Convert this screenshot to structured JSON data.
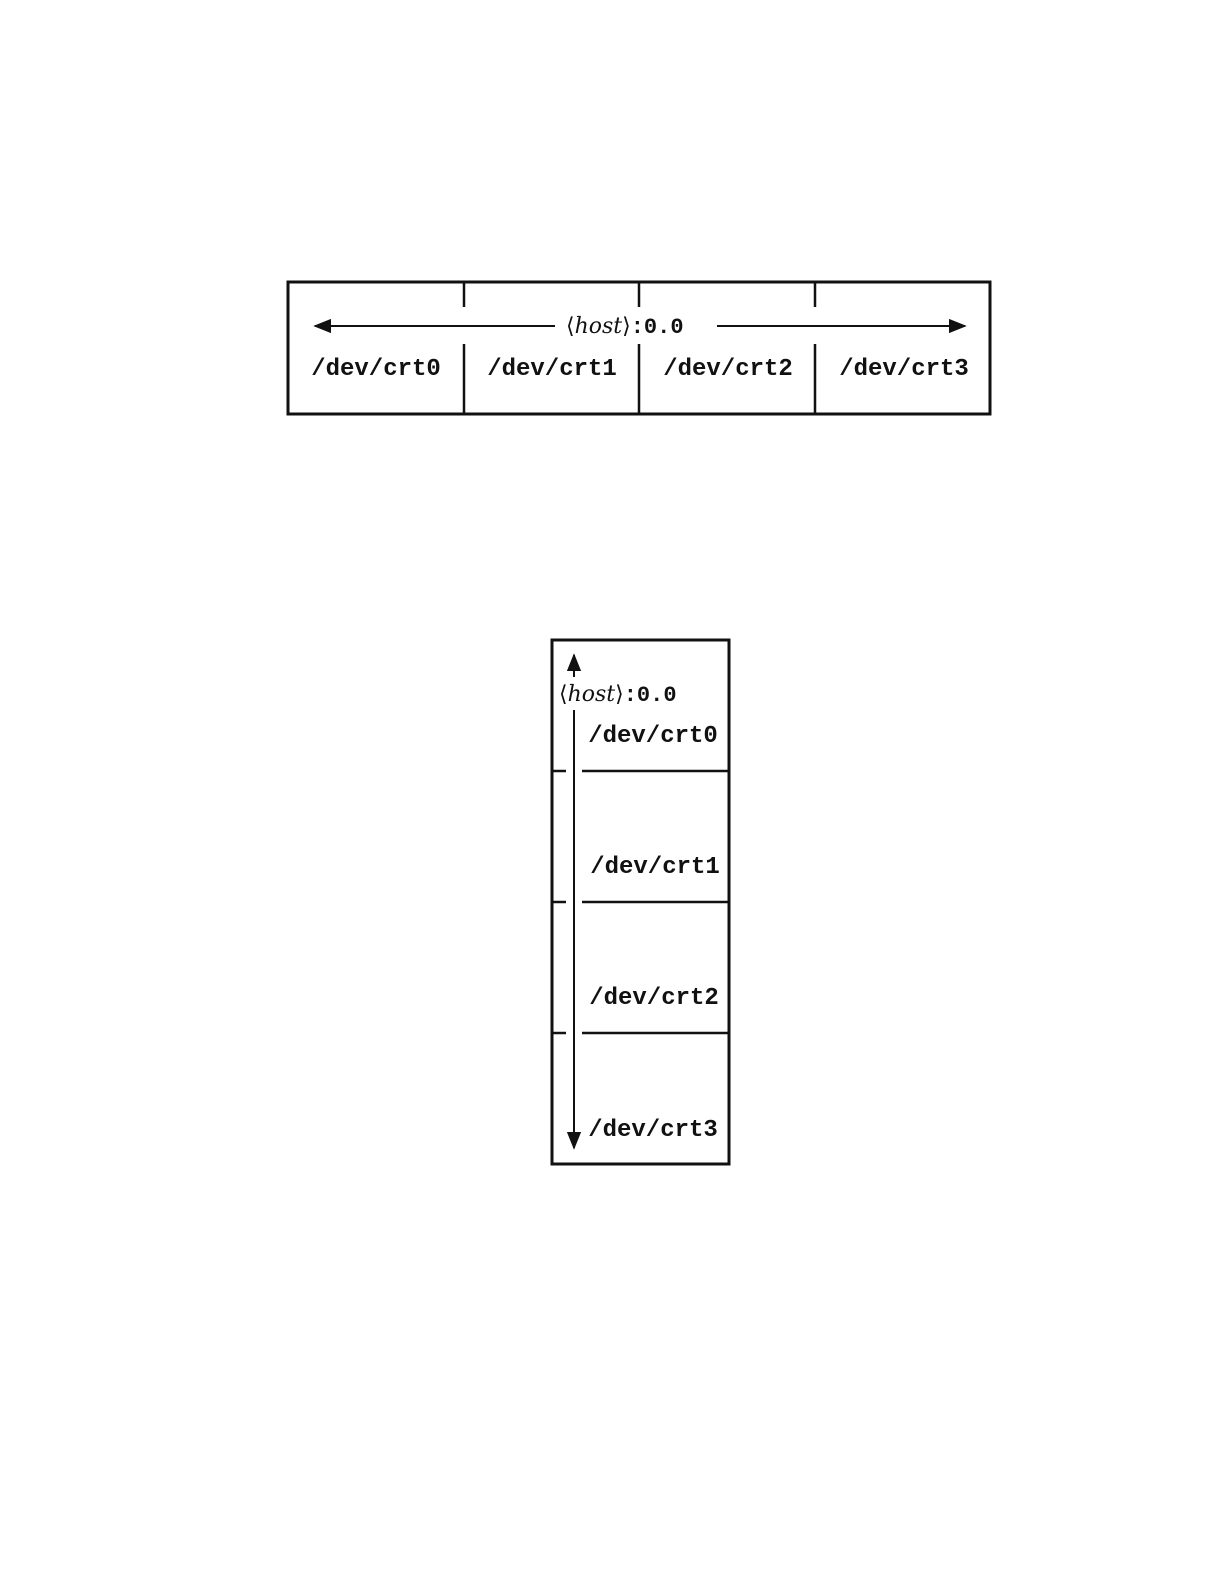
{
  "horizontal_layout": {
    "host_label": {
      "open": "⟨",
      "name": "host",
      "close": "⟩",
      "suffix": ":0.0"
    },
    "screens": [
      "/dev/crt0",
      "/dev/crt1",
      "/dev/crt2",
      "/dev/crt3"
    ]
  },
  "vertical_layout": {
    "host_label": {
      "open": "⟨",
      "name": "host",
      "close": "⟩",
      "suffix": ":0.0"
    },
    "screens": [
      "/dev/crt0",
      "/dev/crt1",
      "/dev/crt2",
      "/dev/crt3"
    ]
  }
}
